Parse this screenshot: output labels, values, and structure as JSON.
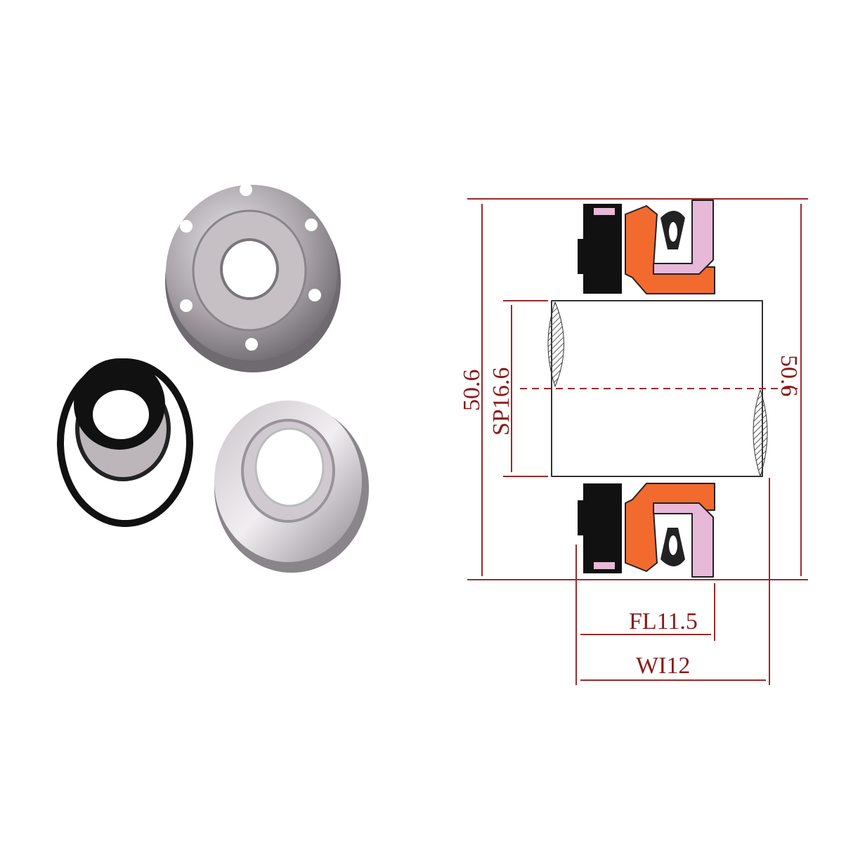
{
  "dimensions": {
    "outer_left": "50.6",
    "shaft": "SP16.6",
    "outer_right": "50.6",
    "fl": "FL11.5",
    "wl": "WI12"
  },
  "colors": {
    "dimension_line": "#9a2b2b",
    "spring_seat": "#f26a2e",
    "stationary_ring": "#e8b8d8",
    "gasket": "#111111",
    "metal": "#b9b3b8"
  }
}
